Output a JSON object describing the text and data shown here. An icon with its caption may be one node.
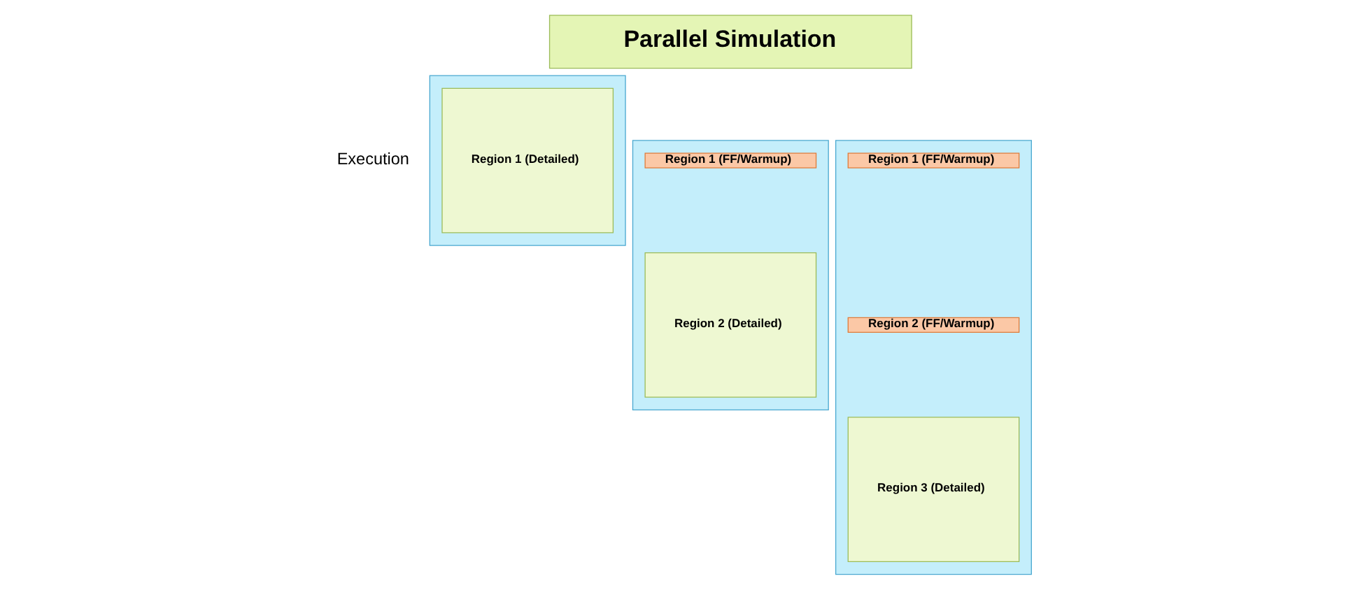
{
  "diagram": {
    "nodes": [
      {
        "text": [
          "Parallel Simulation"
        ]
      },
      {
        "text": [],
        "shape": "box"
      },
      {
        "text": [
          "Region 1 (Detailed)"
        ],
        "in": 1
      },
      {
        "text": [],
        "shape": "box"
      },
      {
        "text": [
          "Region 1 (FF/Warmup)"
        ],
        "in": 3
      },
      {
        "text": [
          "Region 2 (Detailed)"
        ],
        "in": 3
      },
      {
        "text": [],
        "shape": "box"
      },
      {
        "text": [
          "Region 1 (FF/Warmup)"
        ],
        "in": 6
      },
      {
        "text": [
          "Region 2 (FF/Warmup)"
        ],
        "in": 6
      },
      {
        "text": [
          "Region 3 (Detailed)"
        ],
        "in": 6
      }
    ],
    "labels": [
      "Execution"
    ]
  }
}
